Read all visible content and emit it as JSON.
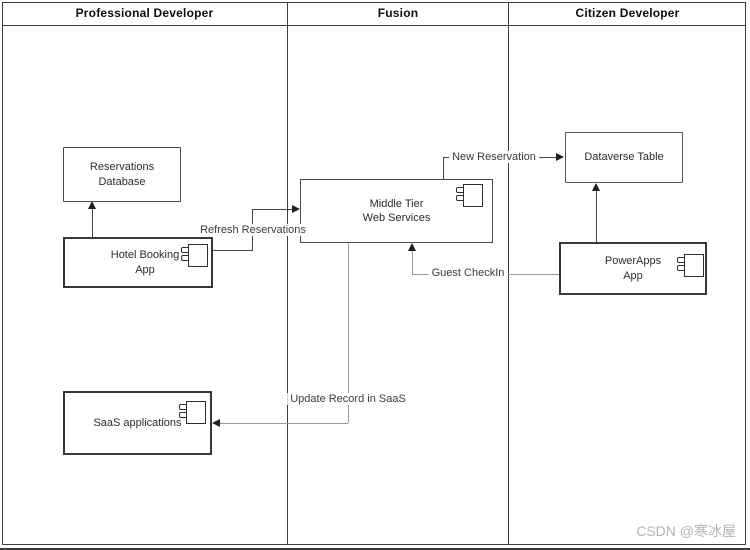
{
  "diagram": {
    "lanes": [
      {
        "label": "Professional Developer"
      },
      {
        "label": "Fusion"
      },
      {
        "label": "Citizen Developer"
      }
    ],
    "nodes": {
      "reservations_database": {
        "line1": "Reservations",
        "line2": "Database"
      },
      "hotel_booking_app": {
        "line1": "Hotel Booking",
        "line2": "App"
      },
      "middle_tier_web_services": {
        "line1": "Middle Tier",
        "line2": "Web Services"
      },
      "dataverse_table": {
        "line1": "Dataverse Table"
      },
      "powerapps_app": {
        "line1": "PowerApps",
        "line2": "App"
      },
      "saas_applications": {
        "line1": "SaaS applications"
      }
    },
    "edges": {
      "refresh_reservations": {
        "label": "Refresh Reservations"
      },
      "new_reservation": {
        "label": "New Reservation"
      },
      "guest_checkin": {
        "label": "Guest CheckIn"
      },
      "update_record_in_saas": {
        "label": "Update Record in SaaS"
      }
    },
    "icons": {
      "component": "uml-component-icon"
    },
    "colors": {
      "line_dark": "#474747",
      "line_grey": "#9a9a9a",
      "arrowhead": "#1f1f1f",
      "node_border": "#383838",
      "lane_border": "#3d3d3d",
      "text": "#2b2b2b",
      "watermark": "#b5b5b5"
    }
  },
  "watermark": {
    "text": "CSDN @寒冰屋"
  }
}
